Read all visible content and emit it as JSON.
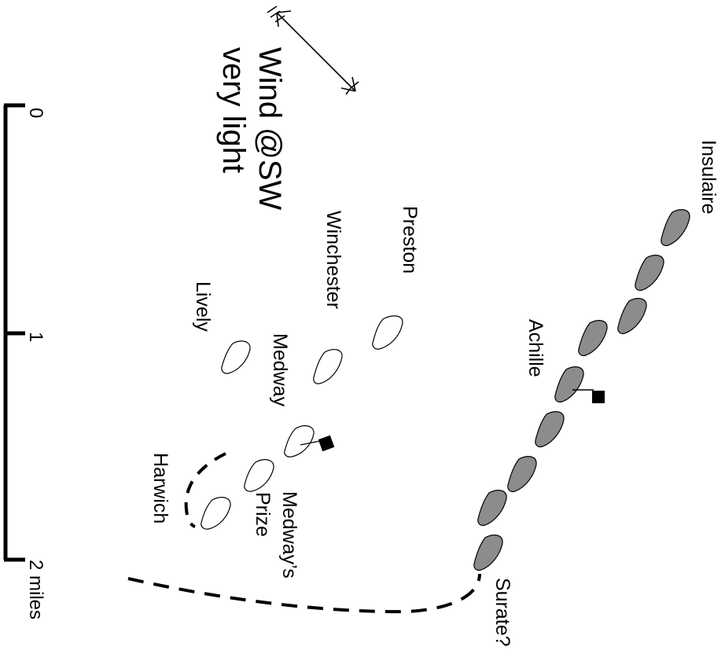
{
  "wind": {
    "line1": "Wind @SW",
    "line2": "very light"
  },
  "scale": {
    "label_0": "0",
    "label_1": "1",
    "label_2": "2 miles"
  },
  "british_ships": {
    "preston": "Preston",
    "winchester": "Winchester",
    "lively": "Lively",
    "medway": "Medway",
    "medways_prize_line1": "Medway’s",
    "medways_prize_line2": "Prize",
    "harwich": "Harwich"
  },
  "french_ships": {
    "insulaire": "Insulaire",
    "achille": "Achille",
    "surate": "Surate?"
  },
  "colors": {
    "british_fill": "#ffffff",
    "french_fill": "#8c8c8c",
    "ink": "#000000"
  }
}
